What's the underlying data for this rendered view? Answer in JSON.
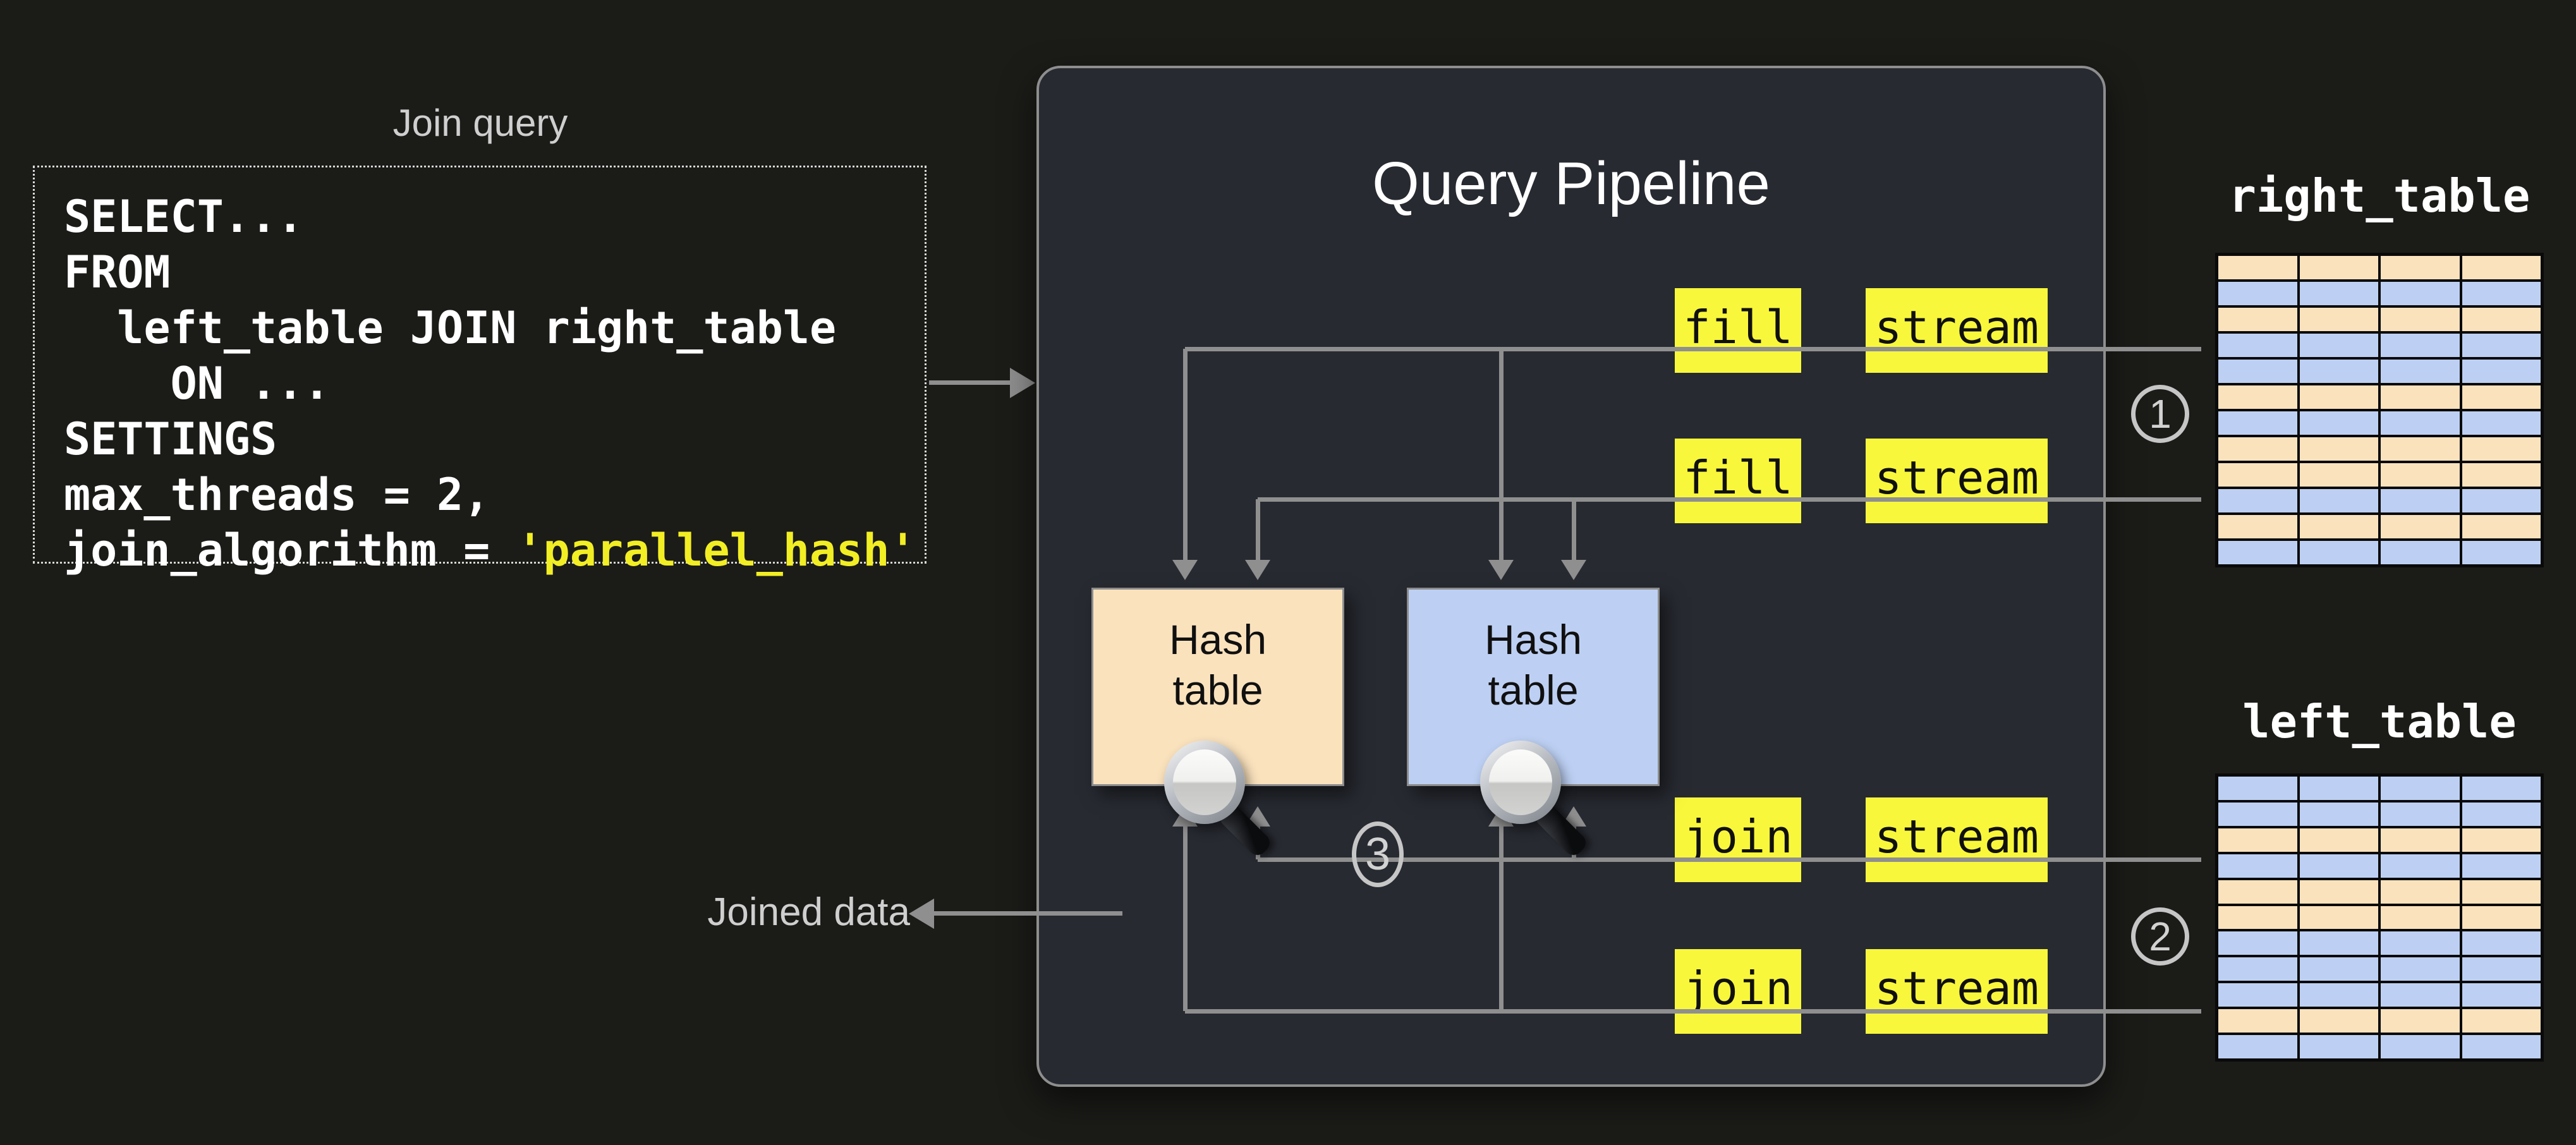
{
  "sql_panel": {
    "title": "Join query",
    "lines": [
      "SELECT...",
      "FROM",
      "  left_table JOIN right_table",
      "    ON ...",
      "SETTINGS",
      "max_threads = 2,"
    ],
    "last_line_prefix": "join_algorithm = ",
    "last_line_highlight": "'parallel_hash'"
  },
  "pipeline": {
    "title": "Query Pipeline",
    "op_fill": "fill",
    "op_join": "join",
    "op_stream": "stream",
    "hash_table_line1": "Hash",
    "hash_table_line2": "table",
    "step_marker": "3"
  },
  "right_table": {
    "title": "right_table",
    "marker": "1",
    "columns": 4,
    "row_colors": [
      "orange",
      "blue",
      "orange",
      "blue",
      "blue",
      "orange",
      "blue",
      "orange",
      "orange",
      "blue",
      "orange",
      "blue"
    ]
  },
  "left_table": {
    "title": "left_table",
    "marker": "2",
    "columns": 4,
    "row_colors": [
      "blue",
      "blue",
      "orange",
      "blue",
      "orange",
      "orange",
      "blue",
      "blue",
      "blue",
      "orange",
      "blue"
    ]
  },
  "joined_data_label": "Joined data",
  "colors": {
    "page_bg": "#1b1b18",
    "pipeline_bg": "#272a31",
    "accent_yellow": "#f8f73b",
    "row_orange": "#fae2bd",
    "row_blue": "#bdd0f3",
    "line_gray": "#8f8f8f",
    "code_highlight": "#f2ee24"
  }
}
